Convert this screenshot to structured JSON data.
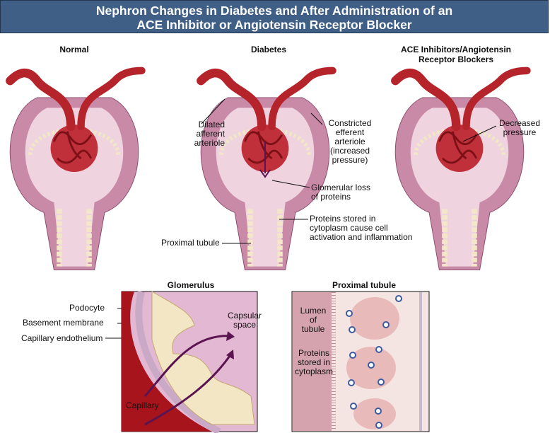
{
  "title": {
    "line1": "Nephron Changes in Diabetes and After Administration of an",
    "line2": "ACE Inhibitor or Angiotensin Receptor Blocker"
  },
  "panels": {
    "normal": "Normal",
    "diabetes": "Diabetes",
    "ace_line1": "ACE Inhibitors/Angiotensin",
    "ace_line2": "Receptor Blockers",
    "glomerulus": "Glomerulus",
    "proximal": "Proximal tubule"
  },
  "labels": {
    "dilated": [
      "Dilated",
      "afferent arteriole"
    ],
    "constricted": [
      "Constricted",
      "efferent arteriole",
      "(increased",
      "pressure)"
    ],
    "decreased": [
      "Decreased",
      "pressure"
    ],
    "glomerular_loss": [
      "Glomerular loss",
      "of proteins"
    ],
    "proteins_stored": [
      "Proteins stored in",
      "cytoplasm cause cell",
      "activation and inflammation"
    ],
    "proximal_tubule": "Proximal tubule",
    "podocyte": "Podocyte",
    "basement": "Basement membrane",
    "endothelium": "Capillary endothelium",
    "capsular": [
      "Capsular",
      "space"
    ],
    "capillary": "Capillary",
    "lumen": [
      "Lumen of",
      "tubule"
    ],
    "stored_cyto": [
      "Proteins",
      "stored in",
      "cytoplasm"
    ]
  },
  "colors": {
    "header": "#3f5f86",
    "vessel": "#b5242a",
    "capsule": "#c98aa8",
    "tubule": "#e9c6d4"
  }
}
